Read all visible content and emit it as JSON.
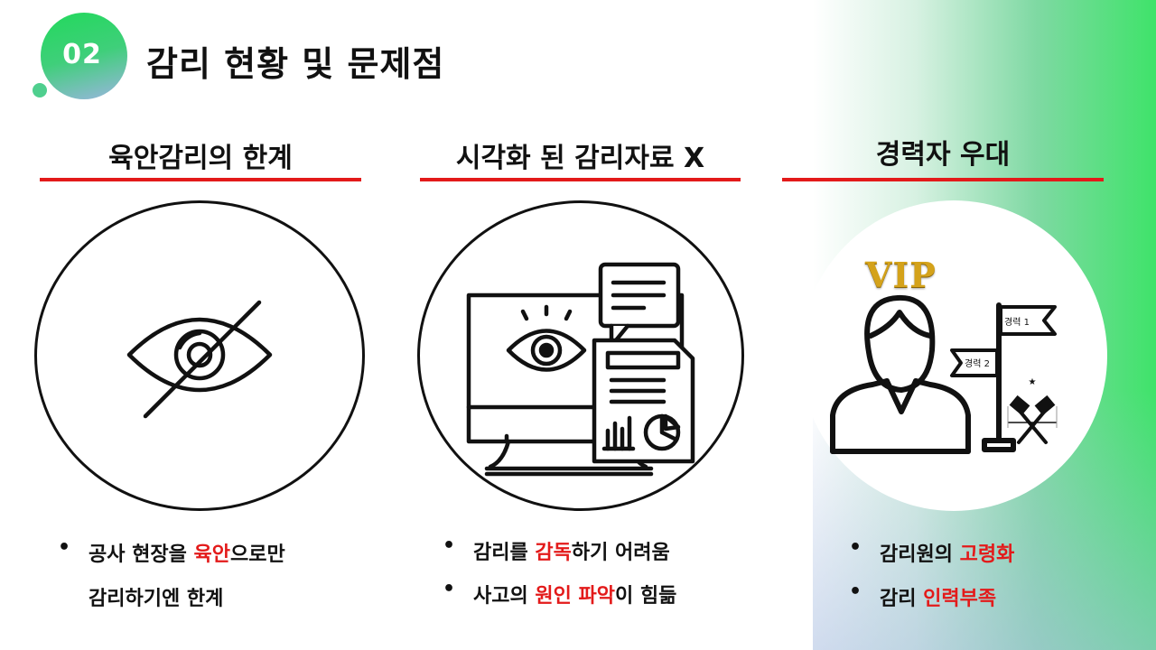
{
  "badge": {
    "number": "02"
  },
  "page_title": "감리 현황 및 문제점",
  "columns": [
    {
      "title": "육안감리의 한계",
      "icon": "crossed-eye-icon",
      "bullets": [
        {
          "pre": "공사 현장을 ",
          "highlight": "육안",
          "post": "으로만",
          "continuation": "감리하기엔 한계"
        }
      ]
    },
    {
      "title": "시각화 된 감리자료 X",
      "icon": "monitor-report-icon",
      "bullets": [
        {
          "pre": "감리를 ",
          "highlight": "감독",
          "post": "하기 어려움"
        },
        {
          "pre": "사고의 ",
          "highlight": "원인 파악",
          "post": "이 힘듦"
        }
      ]
    },
    {
      "title": "경력자 우대",
      "icon": "vip-person-icon",
      "vip_label": "VIP",
      "flag_labels": [
        "경력 1",
        "경력 2"
      ],
      "bullets": [
        {
          "pre": "감리원의 ",
          "highlight": "고령화",
          "post": ""
        },
        {
          "pre": "감리 ",
          "highlight": "인력부족",
          "post": ""
        }
      ]
    }
  ],
  "colors": {
    "accent_red": "#e31a1a",
    "badge_green": "#22d95c",
    "gradient_green": "#3fe36a",
    "text": "#111111"
  }
}
